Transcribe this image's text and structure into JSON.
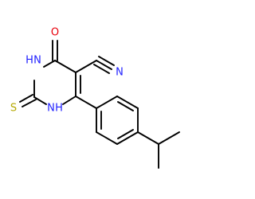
{
  "molecule": {
    "atoms": {
      "O": {
        "text": "O",
        "color": "#e8000b"
      },
      "N_cn": {
        "text": "N",
        "color": "#1f1fff"
      },
      "N_h1": {
        "text": "H",
        "color": "#1f1fff"
      },
      "N_1": {
        "text": "N",
        "color": "#1f1fff"
      },
      "N_h3": {
        "text": "H",
        "color": "#1f1fff"
      },
      "N_3": {
        "text": "N",
        "color": "#1f1fff"
      },
      "S": {
        "text": "S",
        "color": "#b5a800"
      }
    },
    "bond_color": "#000000",
    "background": "#ffffff"
  }
}
